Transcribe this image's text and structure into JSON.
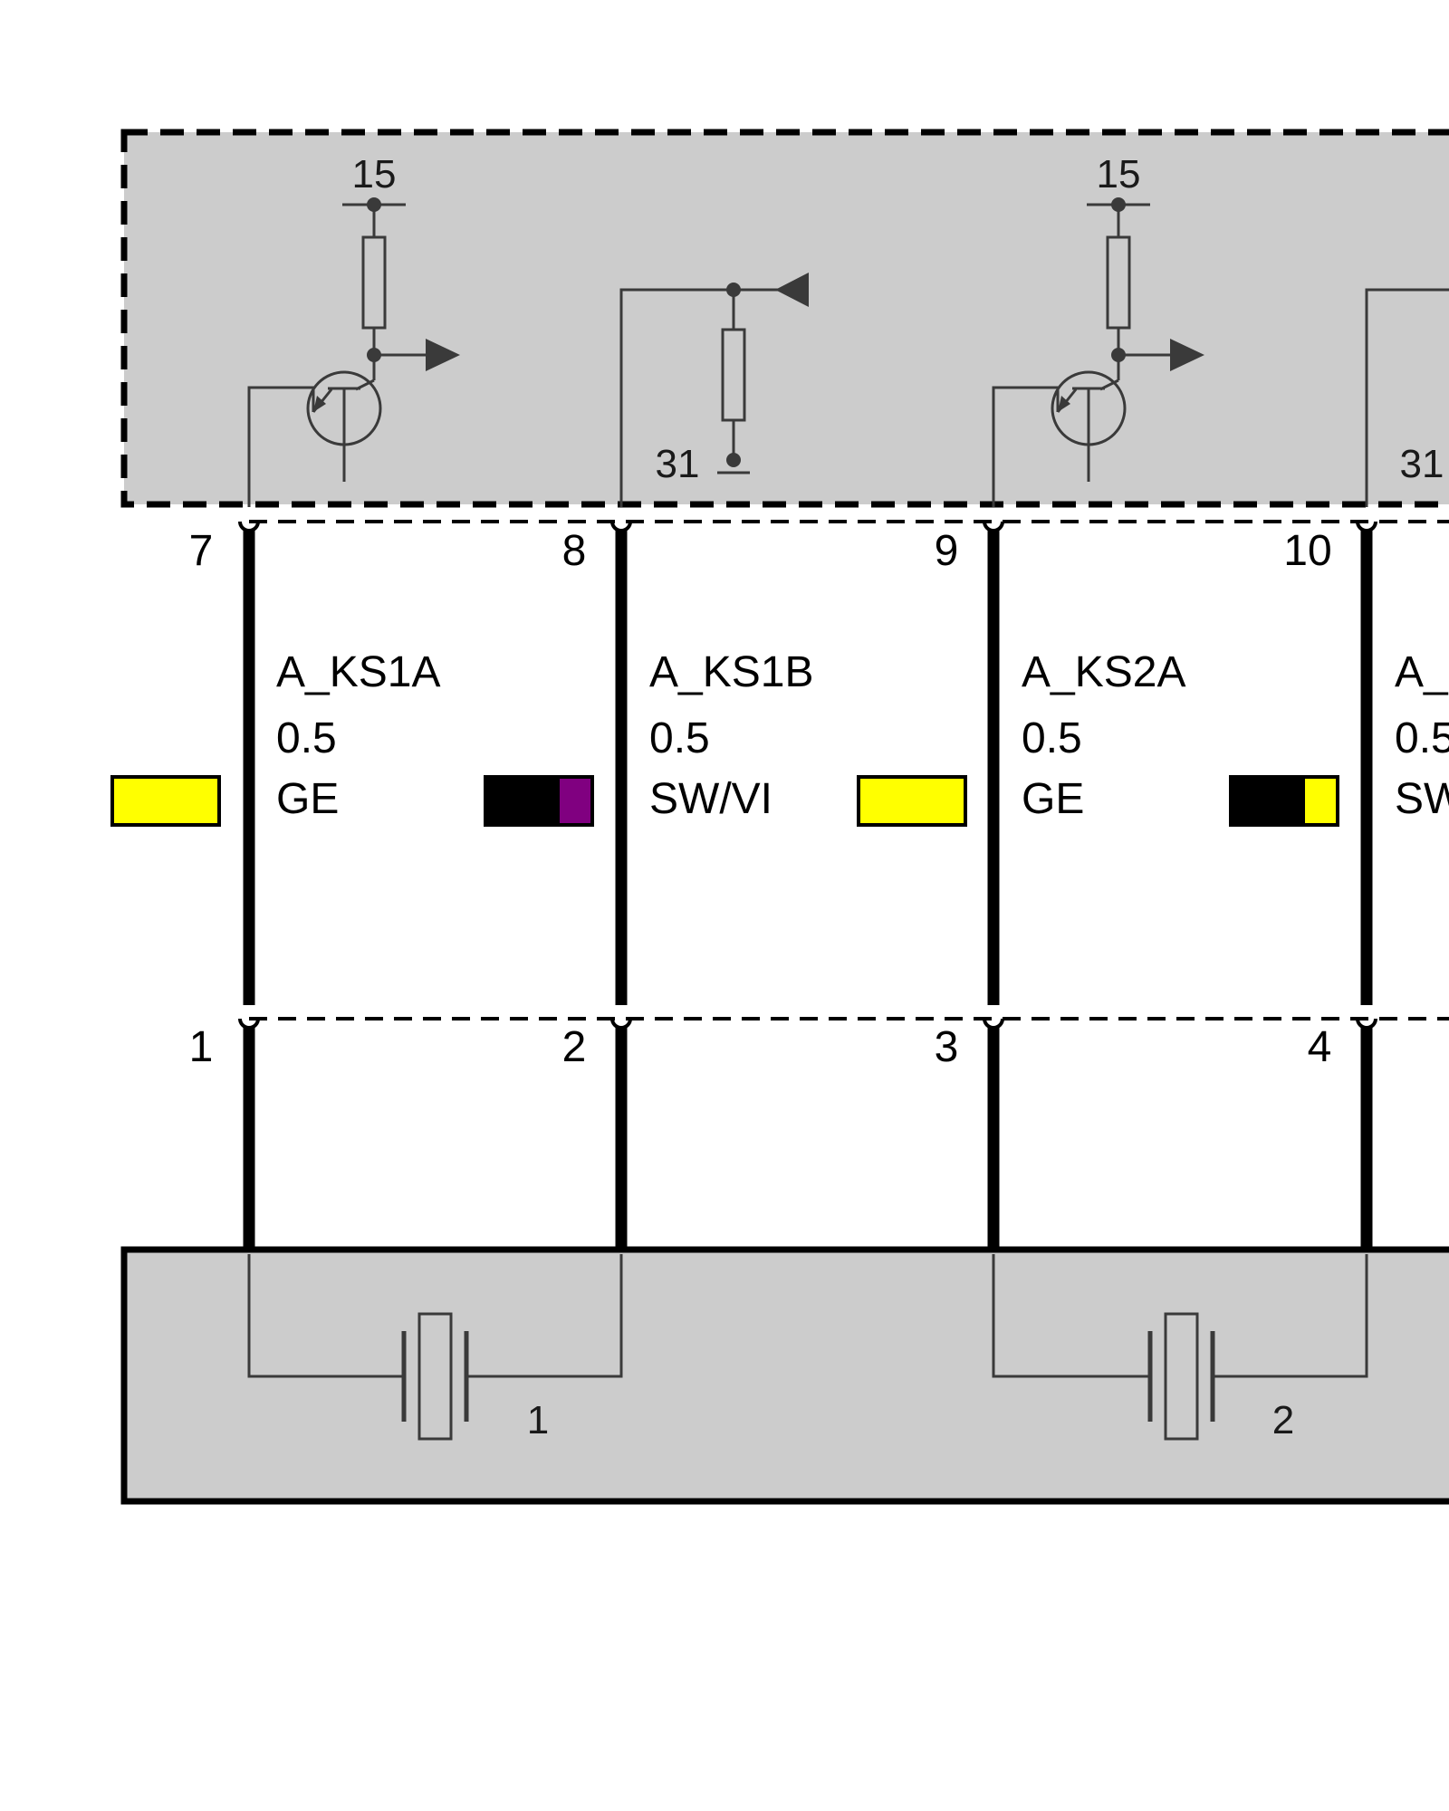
{
  "ecu": {
    "supply_labels": [
      "15",
      "15"
    ],
    "ground_labels": [
      "31",
      "31"
    ]
  },
  "wires": [
    {
      "top_pin": "7",
      "bottom_pin": "1",
      "signal": "A_KS1A",
      "size": "0.5",
      "color_code": "GE",
      "swatch": [
        "#ffff00"
      ]
    },
    {
      "top_pin": "8",
      "bottom_pin": "2",
      "signal": "A_KS1B",
      "size": "0.5",
      "color_code": "SW/VI",
      "swatch": [
        "#000000",
        "#800080"
      ]
    },
    {
      "top_pin": "9",
      "bottom_pin": "3",
      "signal": "A_KS2A",
      "size": "0.5",
      "color_code": "GE",
      "swatch": [
        "#ffff00"
      ]
    },
    {
      "top_pin": "10",
      "bottom_pin": "4",
      "signal": "A_",
      "size": "0.5",
      "color_code": "SW",
      "swatch": [
        "#000000",
        "#ffff00"
      ]
    }
  ],
  "sensors": [
    {
      "label": "1"
    },
    {
      "label": "2"
    }
  ],
  "colors": {
    "module_fill": "#cccccc",
    "wire": "#000000",
    "component_line": "#3a3a3a"
  }
}
